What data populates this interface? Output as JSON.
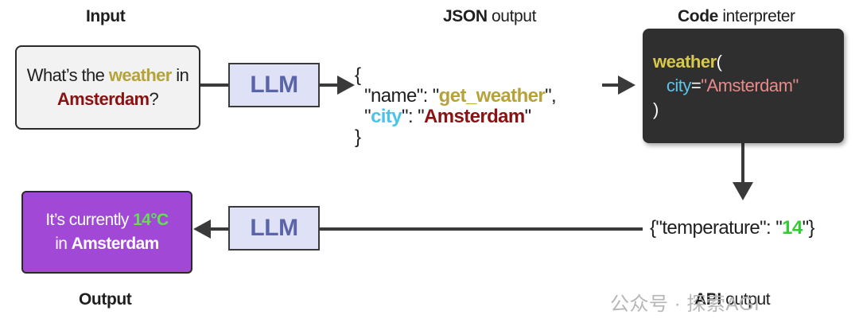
{
  "headings": {
    "input": "Input",
    "json_bold": "JSON",
    "json_rest": " output",
    "code_bold": "Code",
    "code_rest": " interpreter",
    "output": "Output",
    "api_bold": "API",
    "api_rest": " output"
  },
  "input_box": {
    "line1_pre": "What’s the ",
    "line1_word": "weather",
    "line1_post": " in",
    "line2_city": "Amsterdam",
    "line2_post": "?"
  },
  "llm_top": "LLM",
  "llm_bottom": "LLM",
  "json_output": {
    "open_brace": "{",
    "name_key": "  \"name\": \"",
    "name_value": "get_weather",
    "name_end": "\",",
    "city_q1": "  \"",
    "city_key": "city",
    "city_mid": "\": \"",
    "city_value": "Amsterdam",
    "city_end": "\"",
    "close_brace": "}"
  },
  "code_box": {
    "func": "weather",
    "open_paren": "(",
    "indent": "   ",
    "arg_key": "city",
    "eq": "=",
    "arg_value": "\"Amsterdam\"",
    "close_paren": ")"
  },
  "api_output": {
    "pre": "{\"temperature\": \"",
    "value": "14",
    "post": "\"}"
  },
  "output_box": {
    "line1_pre": "It’s currently ",
    "line1_temp": "14°C",
    "line2_pre": "in ",
    "line2_city": "Amsterdam"
  },
  "watermark": "公众号 · 探索AGI",
  "colors": {
    "highlight_yellow": "#b5a33a",
    "highlight_darkred": "#8a1212",
    "highlight_cyan": "#49c3e8",
    "llm_fill": "#dfe2f6",
    "llm_text": "#5a64a8",
    "code_bg": "#2f2f2f",
    "output_bg": "#a248d6",
    "temp_green": "#35c936"
  }
}
